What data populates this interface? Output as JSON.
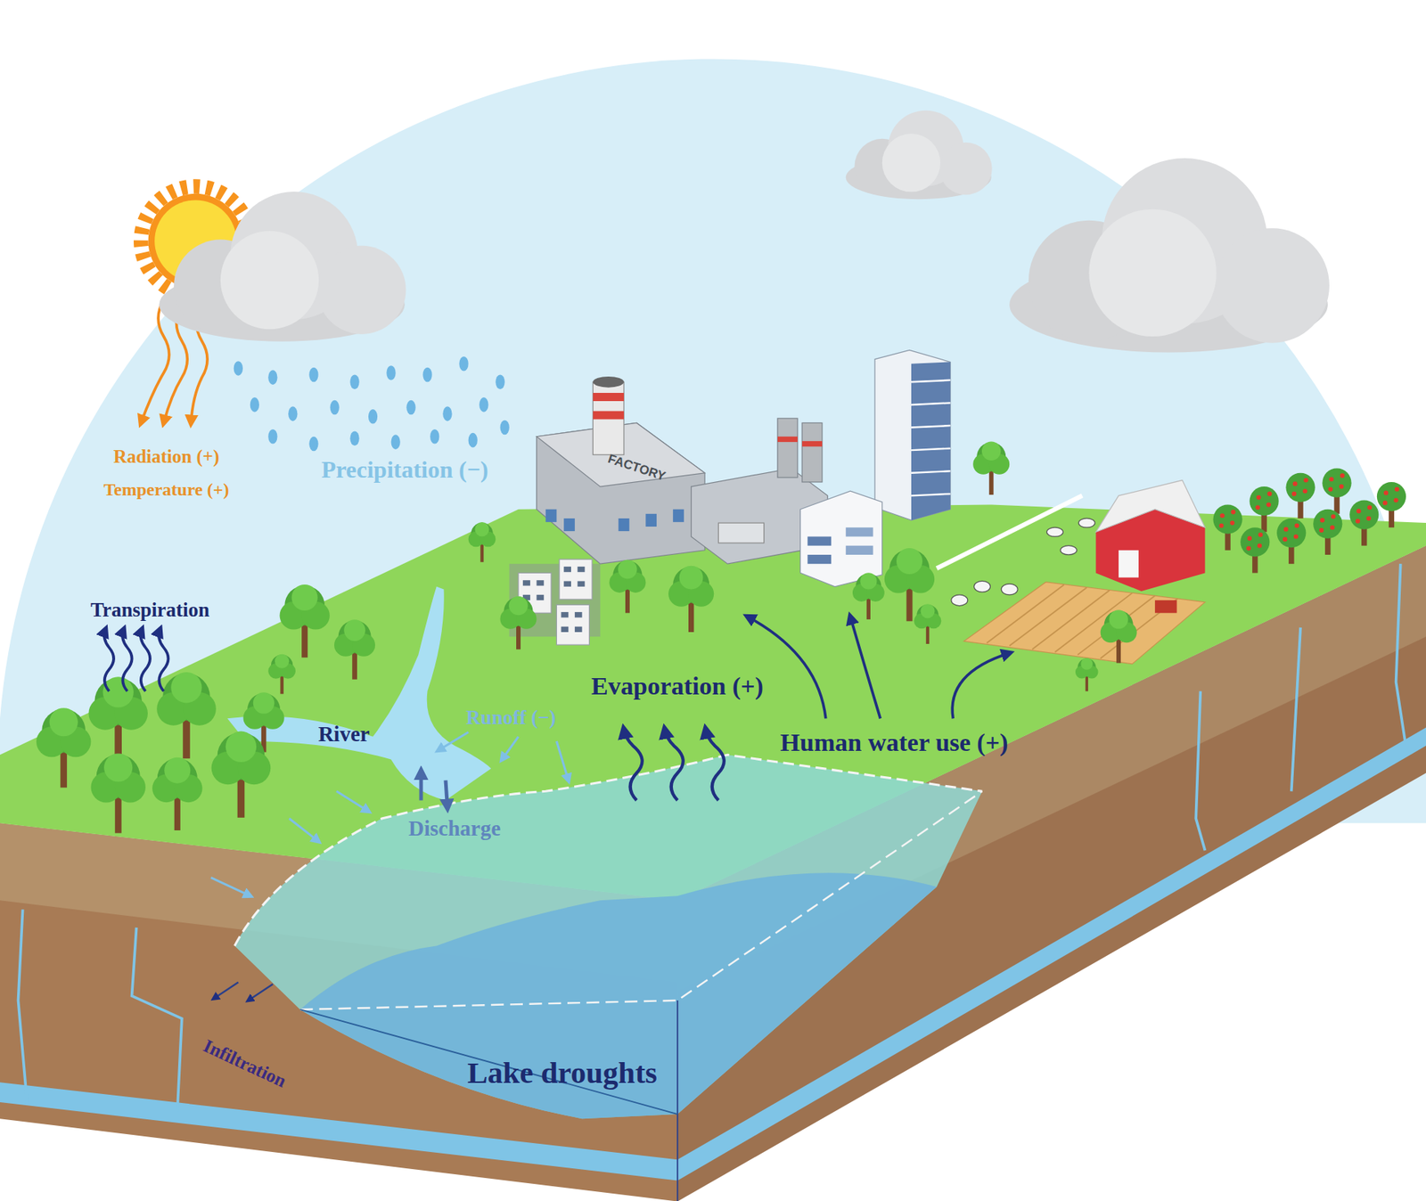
{
  "diagram": {
    "labels": [
      "Radiation (+)",
      "Temperature (+)",
      "Precipitation (−)",
      "FACTORY",
      "Transpiration",
      "River",
      "Runoff (−)",
      "Evaporation (+)",
      "Human water use (+)",
      "Discharge",
      "Infiltration",
      "Lake droughts"
    ]
  }
}
